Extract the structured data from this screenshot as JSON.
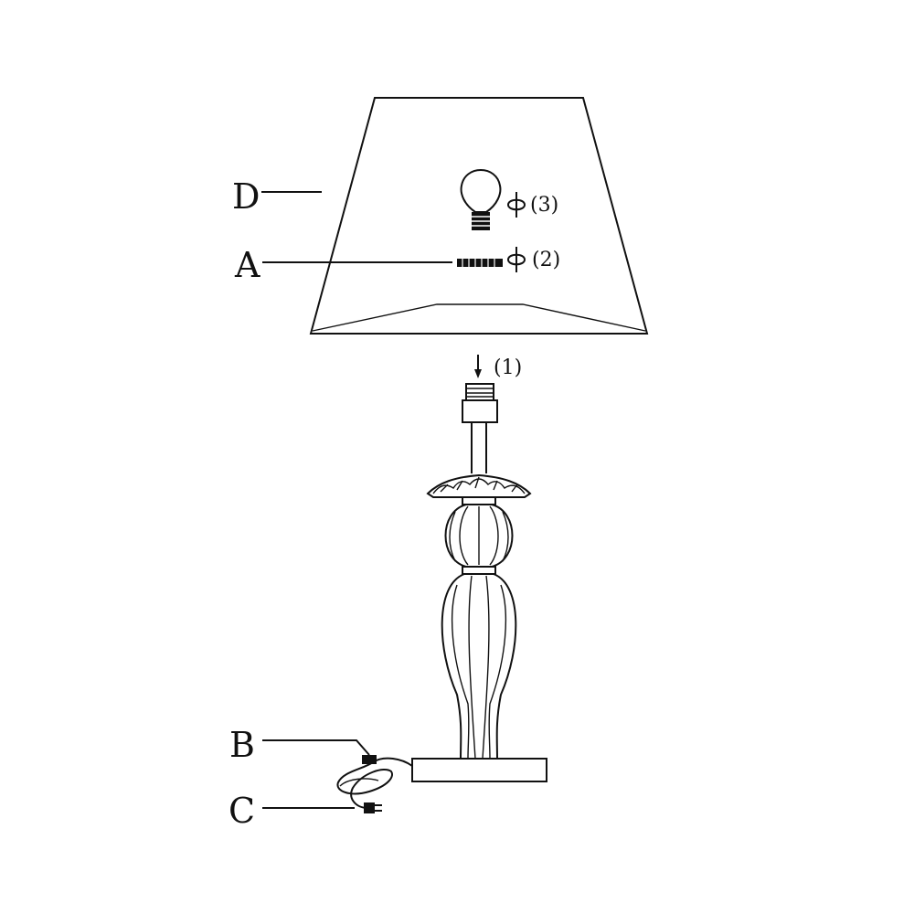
{
  "labels": {
    "shade": "D",
    "ring": "A",
    "switch": "B",
    "plug": "C"
  },
  "steps": {
    "attach_shade": "(1)",
    "fix_ring": "(2)",
    "insert_bulb": "(3)"
  },
  "colors": {
    "line": "#111111",
    "background": "#ffffff"
  },
  "icons": {
    "rotate": "rotate-screw-icon",
    "bulb": "light-bulb-icon",
    "arrow": "arrow-down-icon"
  }
}
